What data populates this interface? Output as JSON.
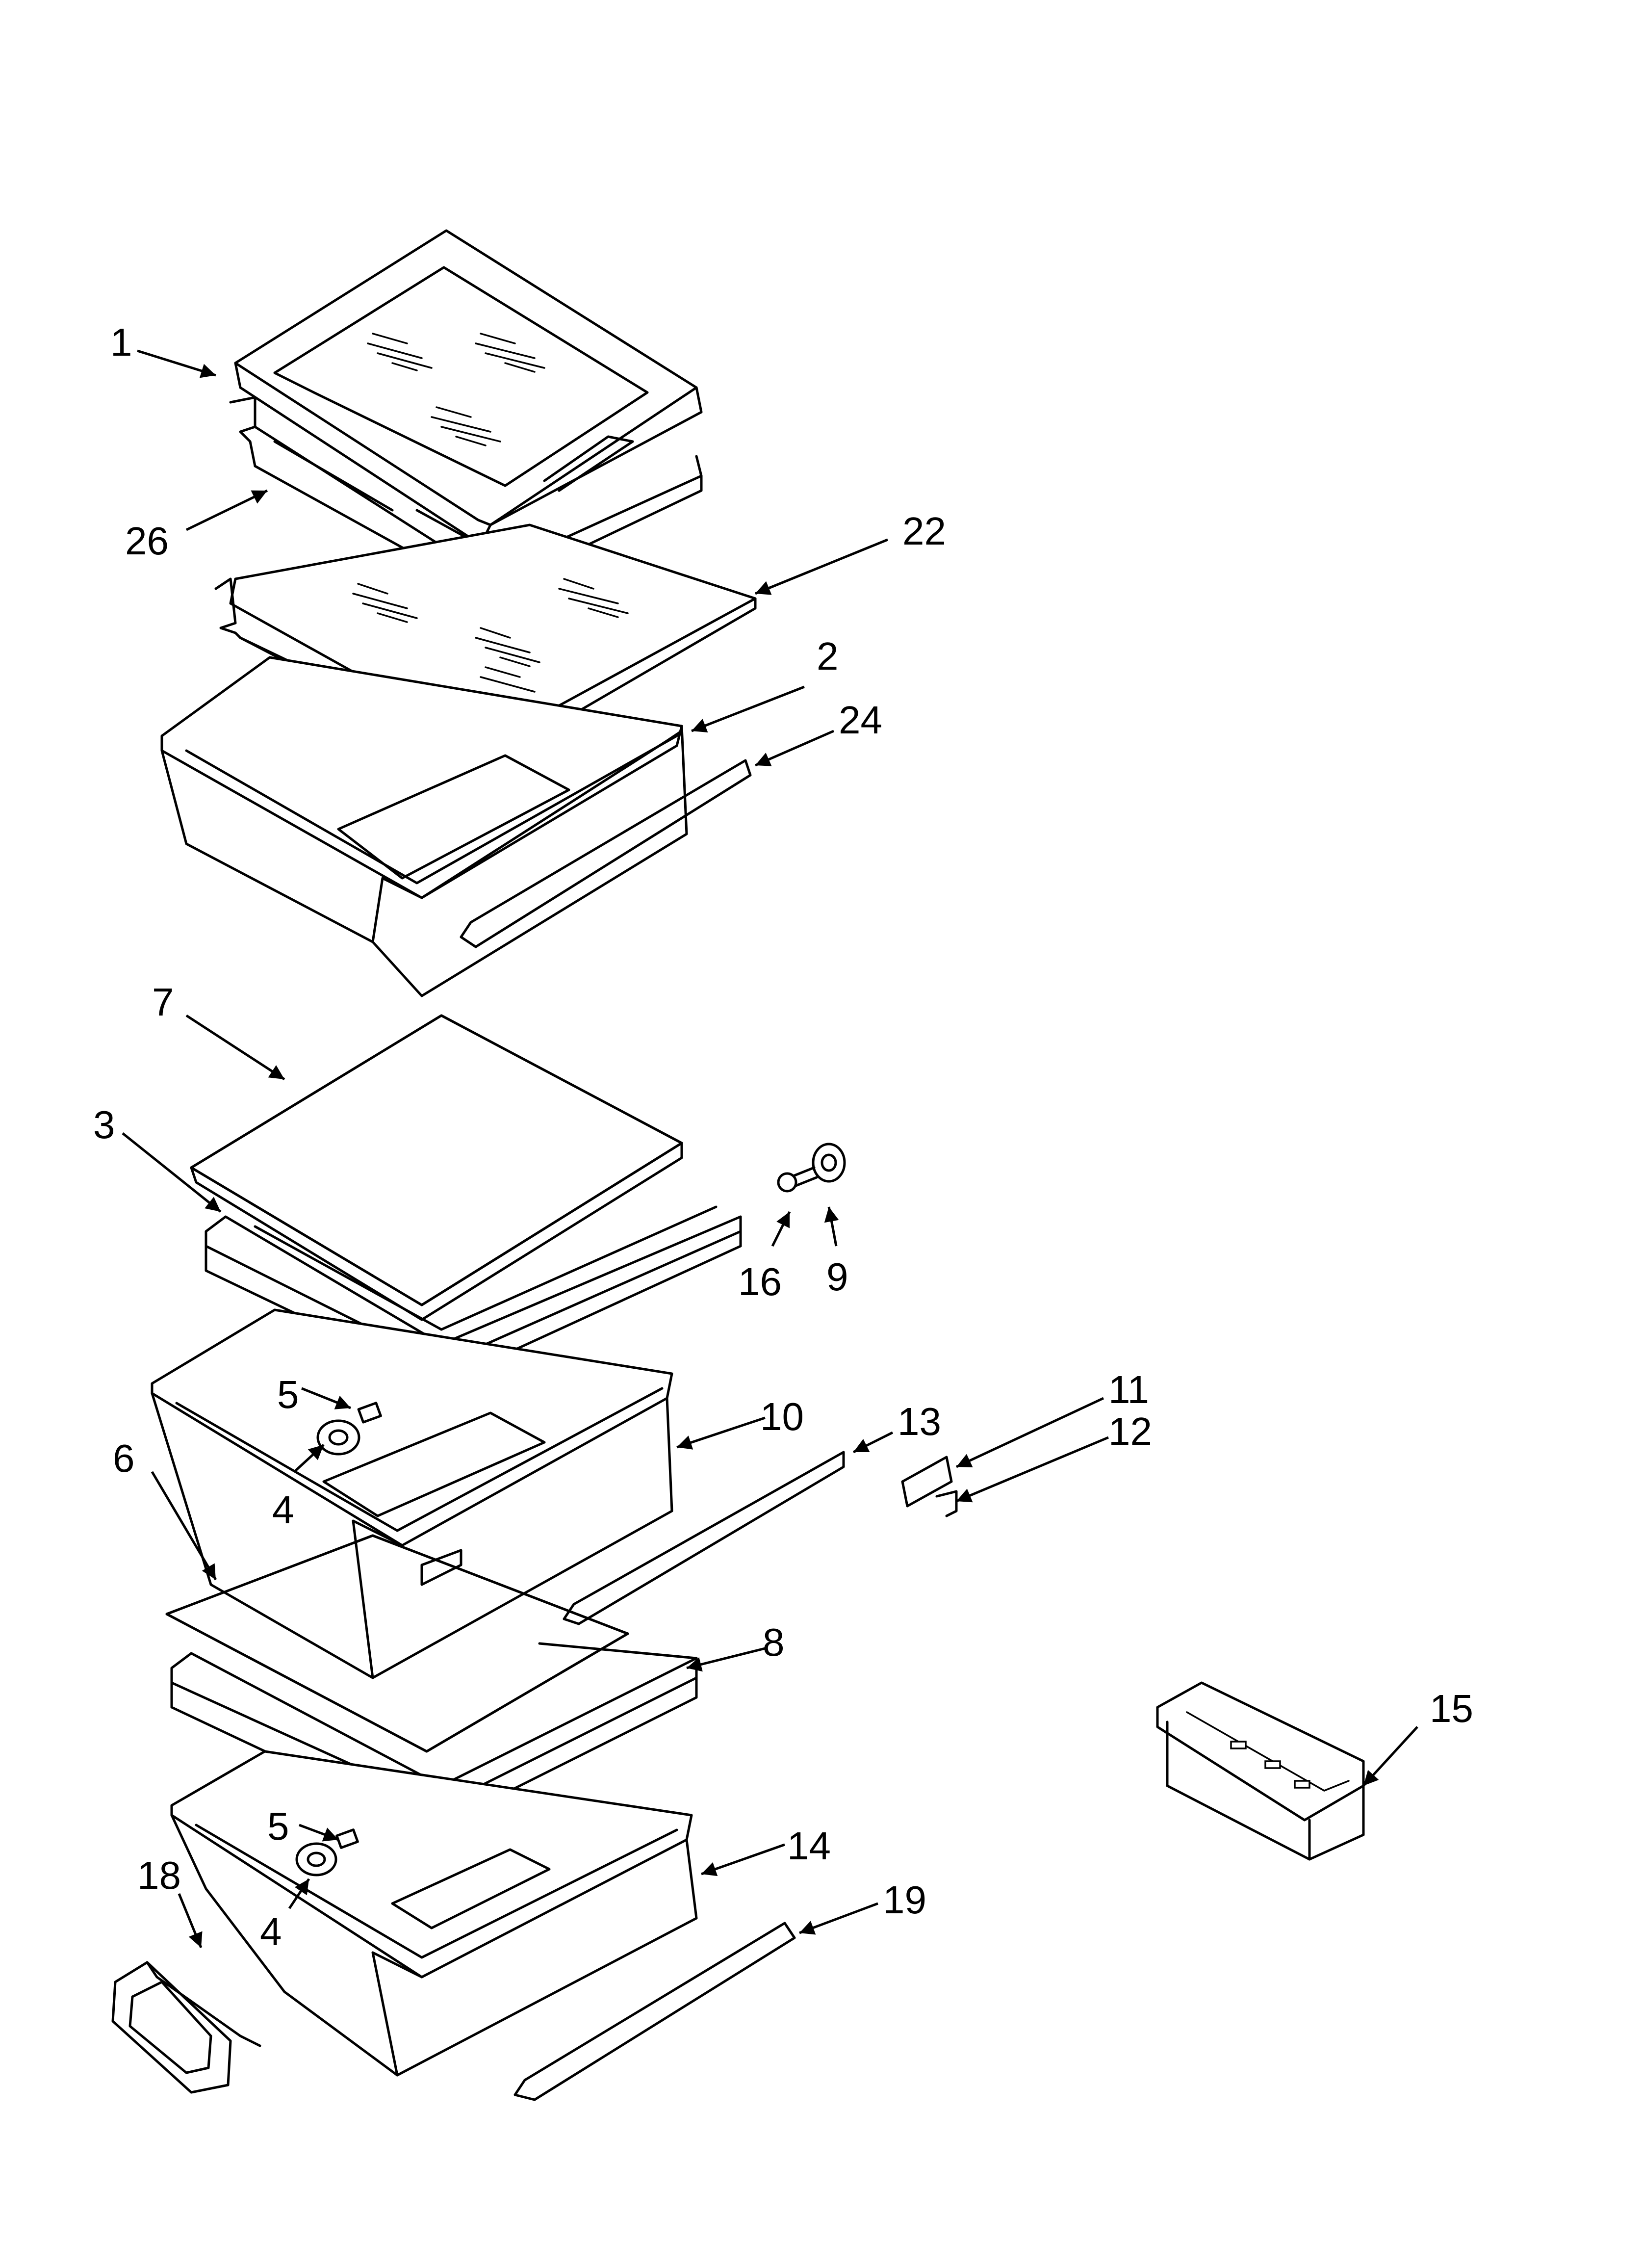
{
  "diagram": {
    "callouts": [
      {
        "id": "1",
        "label": "1"
      },
      {
        "id": "26",
        "label": "26"
      },
      {
        "id": "22",
        "label": "22"
      },
      {
        "id": "2",
        "label": "2"
      },
      {
        "id": "24",
        "label": "24"
      },
      {
        "id": "7",
        "label": "7"
      },
      {
        "id": "3",
        "label": "3"
      },
      {
        "id": "16",
        "label": "16"
      },
      {
        "id": "9",
        "label": "9"
      },
      {
        "id": "5a",
        "label": "5"
      },
      {
        "id": "4a",
        "label": "4"
      },
      {
        "id": "10",
        "label": "10"
      },
      {
        "id": "13",
        "label": "13"
      },
      {
        "id": "11",
        "label": "11"
      },
      {
        "id": "12",
        "label": "12"
      },
      {
        "id": "6",
        "label": "6"
      },
      {
        "id": "8",
        "label": "8"
      },
      {
        "id": "15",
        "label": "15"
      },
      {
        "id": "5b",
        "label": "5"
      },
      {
        "id": "4b",
        "label": "4"
      },
      {
        "id": "14",
        "label": "14"
      },
      {
        "id": "18",
        "label": "18"
      },
      {
        "id": "19",
        "label": "19"
      }
    ]
  }
}
